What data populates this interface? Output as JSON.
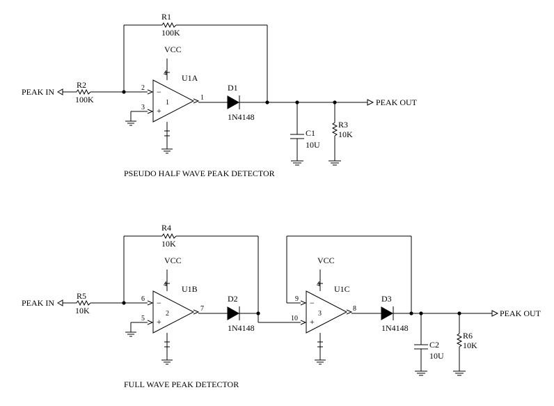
{
  "top": {
    "title": "PSEUDO HALF WAVE PEAK DETECTOR",
    "input_label": "PEAK IN",
    "output_label": "PEAK OUT",
    "r1": {
      "ref": "R1",
      "value": "100K"
    },
    "r2": {
      "ref": "R2",
      "value": "100K"
    },
    "r3": {
      "ref": "R3",
      "value": "10K"
    },
    "c1": {
      "ref": "C1",
      "value": "10U"
    },
    "d1": {
      "ref": "D1",
      "value": "1N4148"
    },
    "u1a": {
      "ref": "U1A",
      "vcc": "VCC",
      "pin_inv": "2",
      "pin_noninv": "3",
      "pin_out": "1",
      "pin_vcc": "4",
      "unit": "1"
    }
  },
  "bottom": {
    "title": "FULL WAVE PEAK DETECTOR",
    "input_label": "PEAK IN",
    "output_label": "PEAK OUT",
    "r4": {
      "ref": "R4",
      "value": "10K"
    },
    "r5": {
      "ref": "R5",
      "value": "10K"
    },
    "r6": {
      "ref": "R6",
      "value": "10K"
    },
    "c2": {
      "ref": "C2",
      "value": "10U"
    },
    "d2": {
      "ref": "D2",
      "value": "1N4148"
    },
    "d3": {
      "ref": "D3",
      "value": "1N4148"
    },
    "u1b": {
      "ref": "U1B",
      "vcc": "VCC",
      "pin_inv": "6",
      "pin_noninv": "5",
      "pin_out": "7",
      "pin_vcc": "4",
      "unit": "2"
    },
    "u1c": {
      "ref": "U1C",
      "vcc": "VCC",
      "pin_inv": "9",
      "pin_noninv": "10",
      "pin_out": "8",
      "pin_vcc": "4",
      "unit": "3"
    }
  },
  "symbols": {
    "minus": "−",
    "plus": "+"
  }
}
